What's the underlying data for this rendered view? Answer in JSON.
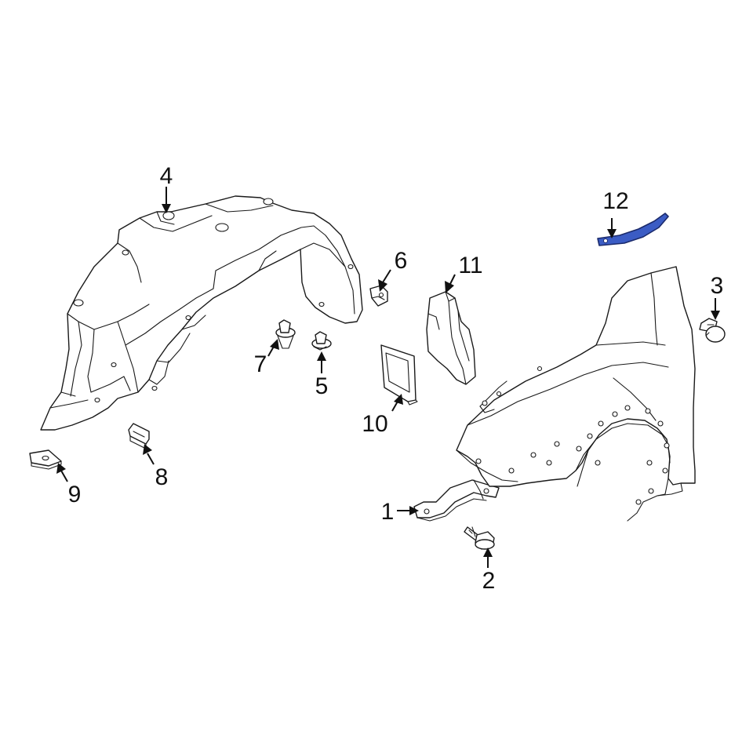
{
  "colors": {
    "highlight": "#3b5cc4",
    "highlight_outline": "#1b2a6b",
    "line": "#1a1a1a",
    "background": "#ffffff"
  },
  "callouts": {
    "c1": "1",
    "c2": "2",
    "c3": "3",
    "c4": "4",
    "c5": "5",
    "c6": "6",
    "c7": "7",
    "c8": "8",
    "c9": "9",
    "c10": "10",
    "c11": "11",
    "c12": "12"
  },
  "highlighted_part": "12"
}
